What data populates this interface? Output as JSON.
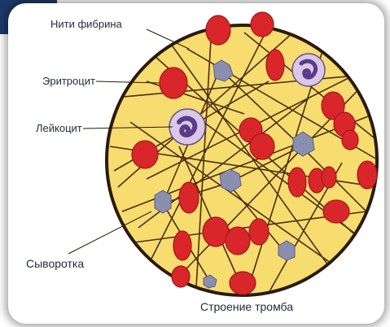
{
  "labels": {
    "fibrin": "Нити фибрина",
    "erythrocyte": "Эритроцит",
    "leukocyte": "Лейкоцит",
    "serum": "Сыворотка"
  },
  "caption": "Строение тромба",
  "colors": {
    "serum": "#f7dc6f",
    "outline": "#2b1a0e",
    "erythrocyte": "#d9262b",
    "leukocyte_cell": "#d9c8e6",
    "leukocyte_nucleus": "#5a3b8a",
    "platelet": "#8a8fb0",
    "fiber": "#4a2e14",
    "frame": "#1b3a6b"
  }
}
